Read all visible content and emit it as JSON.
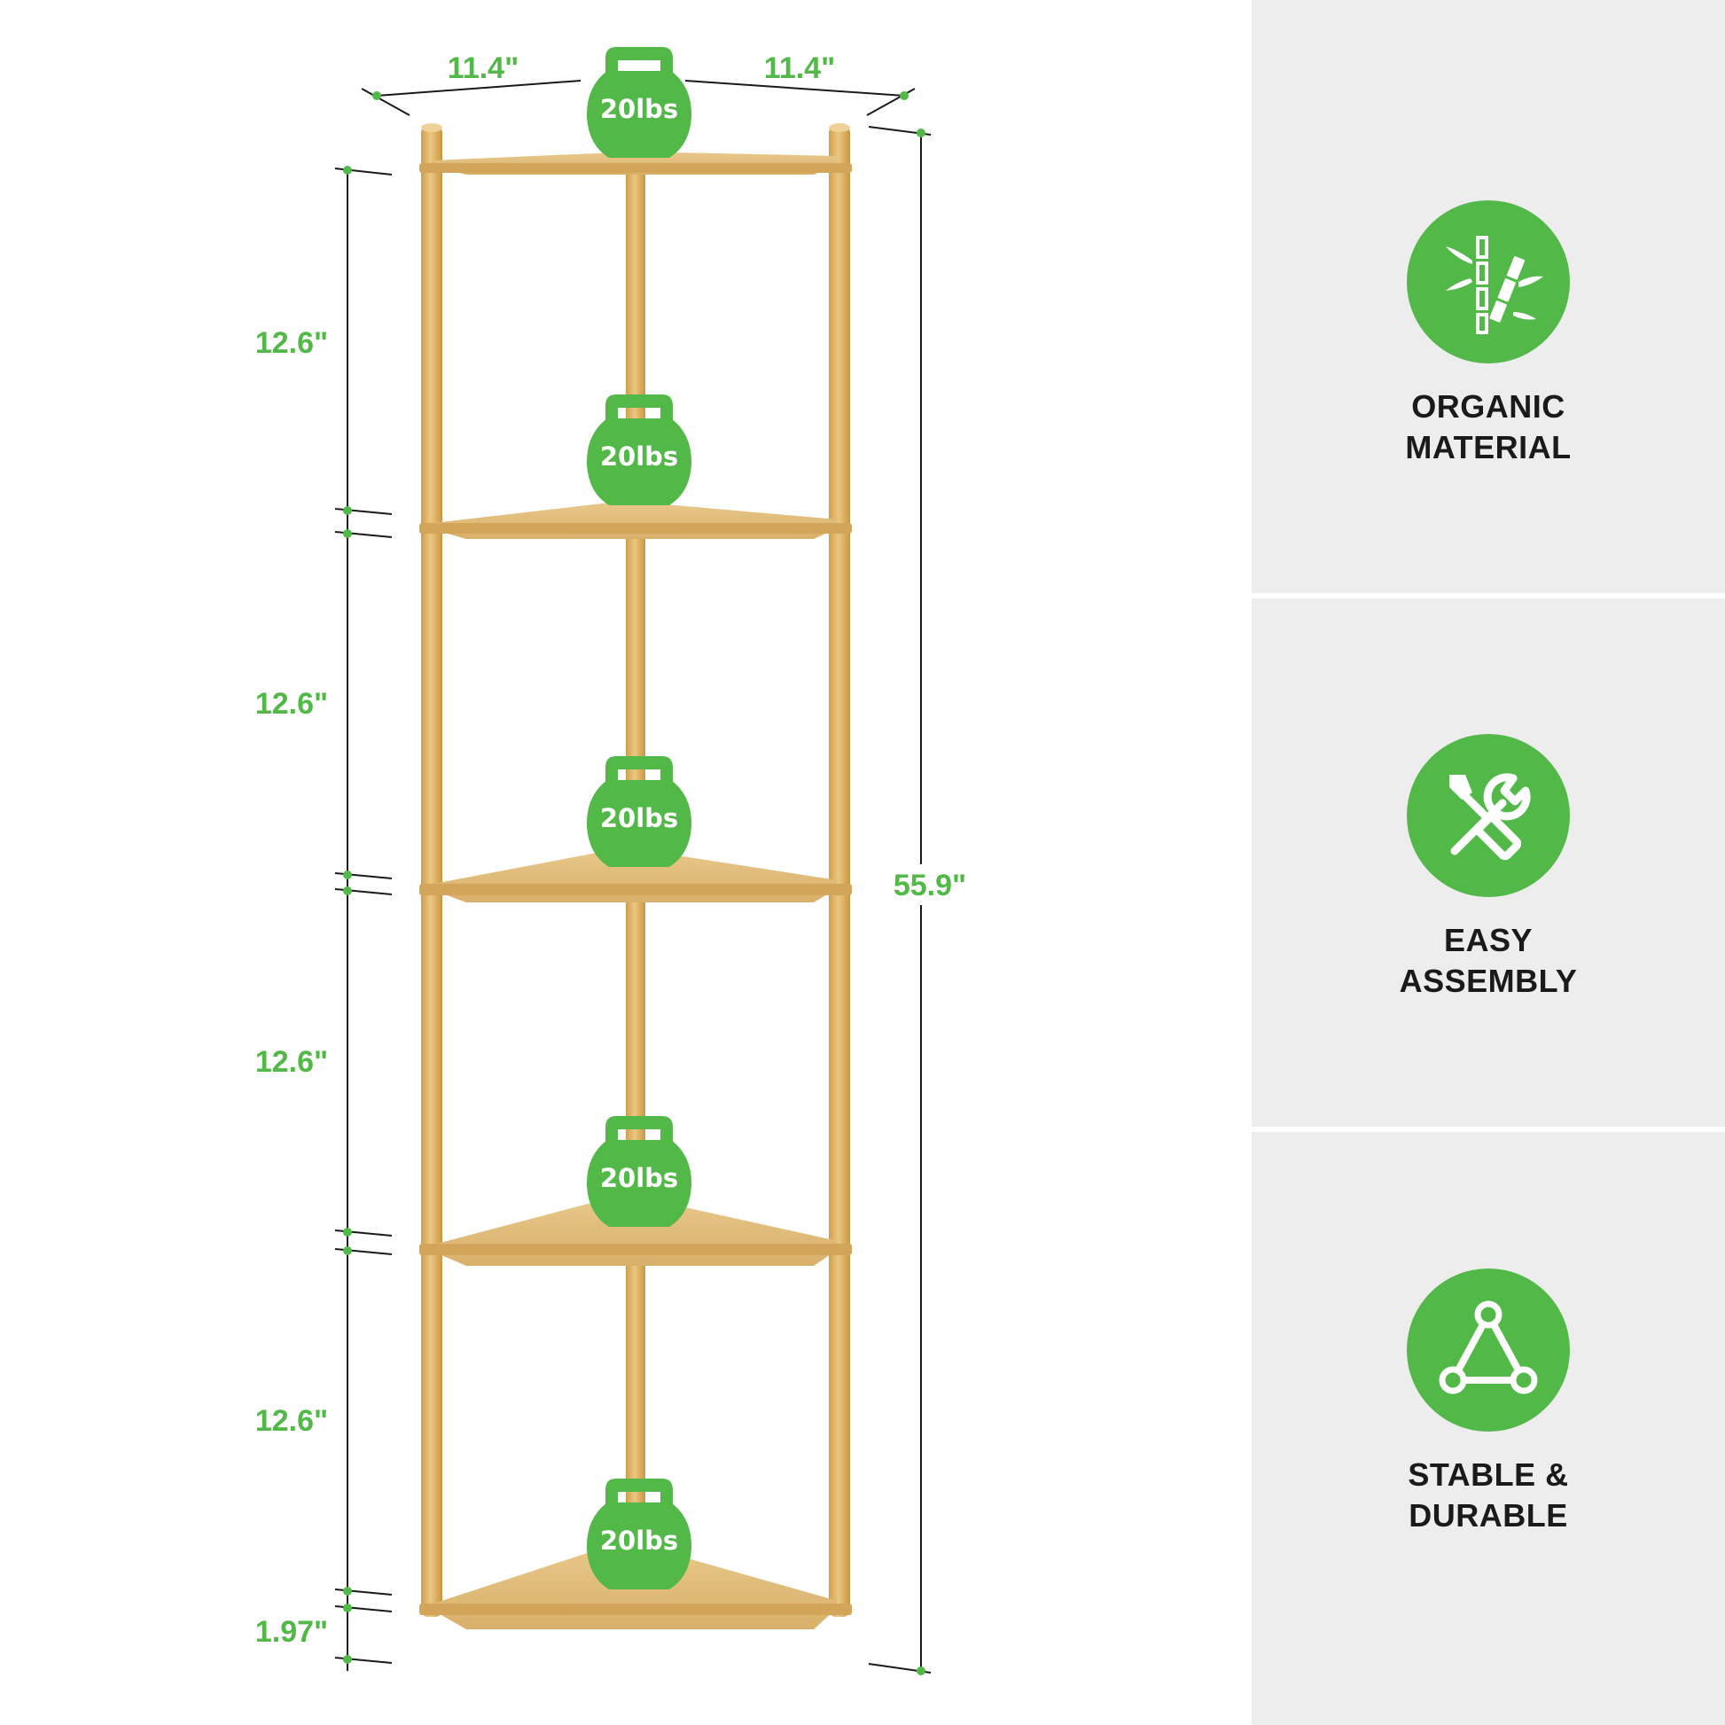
{
  "dimensions": {
    "top_width_left": "11.4\"",
    "top_width_right": "11.4\"",
    "total_height": "55.9\"",
    "shelf_gaps": [
      "12.6\"",
      "12.6\"",
      "12.6\"",
      "12.6\""
    ],
    "bottom_clearance": "1.97\""
  },
  "shelf_loads": [
    "20lbs",
    "20lbs",
    "20lbs",
    "20lbs",
    "20lbs"
  ],
  "features": [
    {
      "icon": "bamboo-icon",
      "line1": "ORGANIC",
      "line2": "MATERIAL"
    },
    {
      "icon": "tools-icon",
      "line1": "EASY",
      "line2": "ASSEMBLY"
    },
    {
      "icon": "triangle-icon",
      "line1": "STABLE &",
      "line2": "DURABLE"
    }
  ],
  "colors": {
    "accent_green": "#52b848",
    "bamboo_wood": "#e2bd73",
    "panel_gray": "#ededed"
  }
}
